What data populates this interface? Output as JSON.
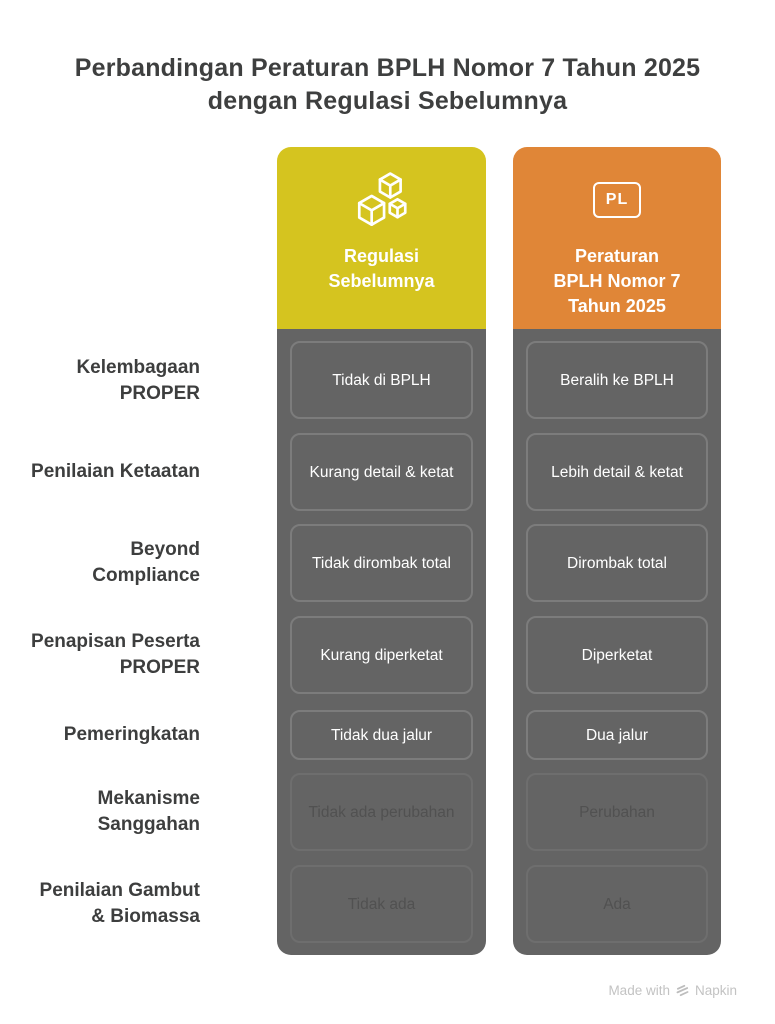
{
  "title": "Perbandingan Peraturan BPLH Nomor 7 Tahun 2025 dengan Regulasi Sebelumnya",
  "columns": [
    {
      "icon": "cubes-icon",
      "label": "Regulasi Sebelumnya",
      "label_lines": [
        "Regulasi",
        "Sebelumnya"
      ],
      "color": "#d5c41f"
    },
    {
      "icon": "pl-badge-icon",
      "icon_text": "PL",
      "label": "Peraturan BPLH Nomor 7 Tahun 2025",
      "label_lines": [
        "Peraturan",
        "BPLH Nomor 7",
        "Tahun 2025"
      ],
      "color": "#e08637"
    }
  ],
  "rows": [
    {
      "label": "Kelembagaan PROPER",
      "left": "Tidak di BPLH",
      "right": "Beralih ke BPLH",
      "faded": false
    },
    {
      "label": "Penilaian Ketaatan",
      "left": "Kurang detail & ketat",
      "right": "Lebih detail & ketat",
      "faded": false
    },
    {
      "label": "Beyond Compliance",
      "left": "Tidak dirombak total",
      "right": "Dirombak total",
      "faded": false
    },
    {
      "label": "Penapisan Peserta PROPER",
      "left": "Kurang diperketat",
      "right": "Diperketat",
      "faded": false
    },
    {
      "label": "Pemeringkatan",
      "left": "Tidak dua jalur",
      "right": "Dua jalur",
      "faded": false
    },
    {
      "label": "Mekanisme Sanggahan",
      "left": "Tidak ada perubahan",
      "right": "Perubahan",
      "faded": true
    },
    {
      "label": "Penilaian Gambut & Biomassa",
      "left": "Tidak ada",
      "right": "Ada",
      "faded": true
    }
  ],
  "footer": {
    "made_with": "Made with",
    "brand": "Napkin"
  },
  "colors": {
    "header_left": "#d5c41f",
    "header_right": "#e08637",
    "column_body": "#646464",
    "cell_border": "#7c7c7c",
    "cell_text": "#ffffff",
    "faded_text": "#515151",
    "label_text": "#3d3e3e",
    "title_text": "#3e3f3f",
    "footer_text": "#c3c3c3"
  }
}
